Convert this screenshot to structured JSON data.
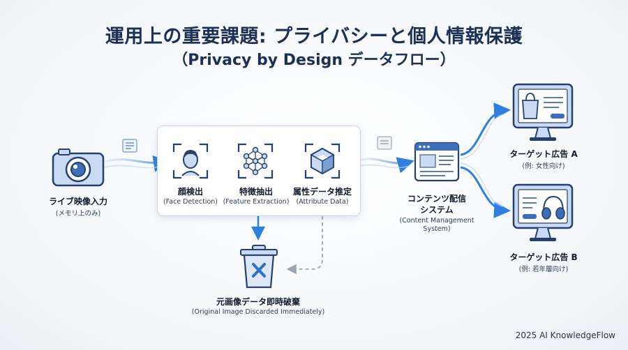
{
  "title": "運用上の重要課題: プライバシーと個人情報保護",
  "subtitle": "（Privacy by Design データフロー）",
  "nodes": {
    "camera": {
      "label": "ライブ映像入力",
      "sub": "(メモリ上のみ)"
    },
    "face": {
      "label": "顔検出",
      "sub": "(Face Detection)"
    },
    "feature": {
      "label": "特徴抽出",
      "sub": "(Feature Extraction)"
    },
    "attribute": {
      "label": "属性データ推定",
      "sub": "(Attribute Data)"
    },
    "cms": {
      "label_line1": "コンテンツ配信",
      "label_line2": "システム",
      "sub_line1": "(Content Management",
      "sub_line2": "System)"
    },
    "ad_a": {
      "label": "ターゲット広告 A",
      "sub": "(例: 女性向け)"
    },
    "ad_b": {
      "label": "ターゲット広告 B",
      "sub": "(例: 若年層向け)"
    },
    "trash": {
      "label": "元画像データ即時破棄",
      "sub": "(Original Image Discarded Immediately)"
    }
  },
  "footer": "2025 AI KnowledgeFlow",
  "colors": {
    "accent": "#2f7fe0",
    "dark": "#1c2f55",
    "icon_fill": "#c9daf2",
    "icon_stroke": "#24416e"
  }
}
